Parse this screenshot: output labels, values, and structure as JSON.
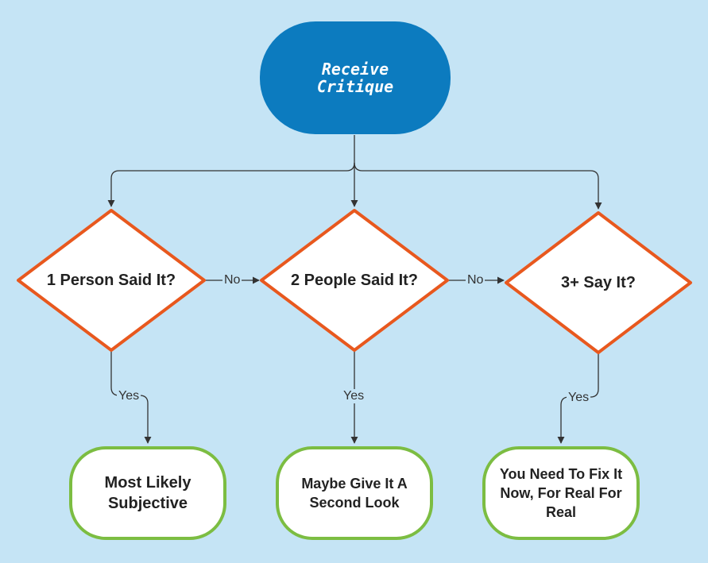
{
  "start": {
    "line1": "Receive",
    "line2": "Critique"
  },
  "decisions": [
    {
      "label": "1 Person Said It?"
    },
    {
      "label": "2 People Said It?"
    },
    {
      "label": "3+ Say It?"
    }
  ],
  "results": [
    {
      "label": "Most Likely Subjective"
    },
    {
      "label": "Maybe Give It A Second Look"
    },
    {
      "label": "You Need To Fix It Now, For Real For Real"
    }
  ],
  "edges": {
    "no_1": "No",
    "no_2": "No",
    "yes_1": "Yes",
    "yes_2": "Yes",
    "yes_3": "Yes"
  },
  "colors": {
    "background": "#c5e4f5",
    "start_fill": "#0c7bbf",
    "diamond_border": "#e8581e",
    "result_border": "#7cbd42",
    "connector": "#333333"
  }
}
